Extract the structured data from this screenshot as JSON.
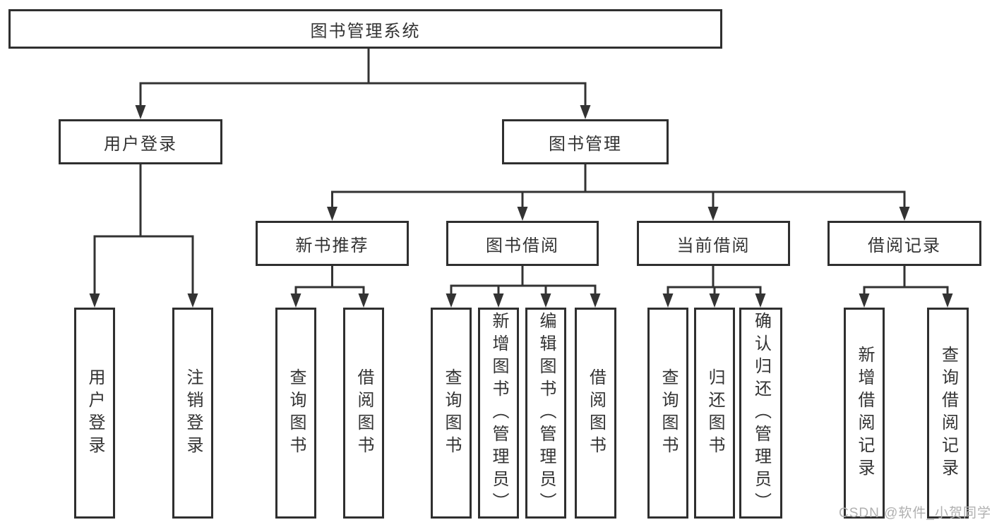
{
  "diagram_title": "图书管理系统",
  "nodes": {
    "root": {
      "label": "图书管理系统"
    },
    "user_login": {
      "label": "用户登录"
    },
    "book_mgmt": {
      "label": "图书管理"
    },
    "new_books": {
      "label": "新书推荐"
    },
    "book_borrow": {
      "label": "图书借阅"
    },
    "current_borrow": {
      "label": "当前借阅"
    },
    "borrow_records": {
      "label": "借阅记录"
    },
    "leaf_user_login": {
      "label": "用户登录"
    },
    "leaf_logout": {
      "label": "注销登录"
    },
    "leaf_query_books_1": {
      "label": "查询图书"
    },
    "leaf_borrow_books_1": {
      "label": "借阅图书"
    },
    "leaf_query_books_2": {
      "label": "查询图书"
    },
    "leaf_add_books": {
      "label": "新增图书（管理员）"
    },
    "leaf_edit_books": {
      "label": "编辑图书（管理员）"
    },
    "leaf_borrow_books_2": {
      "label": "借阅图书"
    },
    "leaf_query_books_3": {
      "label": "查询图书"
    },
    "leaf_return_books": {
      "label": "归还图书"
    },
    "leaf_confirm_return": {
      "label": "确认归还（管理员）"
    },
    "leaf_add_borrow_record": {
      "label": "新增借阅记录"
    },
    "leaf_query_borrow_record": {
      "label": "查询借阅记录"
    }
  },
  "tree": {
    "图书管理系统": {
      "用户登录": [
        "用户登录",
        "注销登录"
      ],
      "图书管理": {
        "新书推荐": [
          "查询图书",
          "借阅图书"
        ],
        "图书借阅": [
          "查询图书",
          "新增图书（管理员）",
          "编辑图书（管理员）",
          "借阅图书"
        ],
        "当前借阅": [
          "查询图书",
          "归还图书",
          "确认归还（管理员）"
        ],
        "借阅记录": [
          "新增借阅记录",
          "查询借阅记录"
        ]
      }
    }
  },
  "colors": {
    "line": "#333333",
    "box_border": "#2f2f2f",
    "box_background": "#ffffff",
    "text": "#333333",
    "watermark": "#b0b0b0"
  },
  "watermark": {
    "text": "CSDN @软件_小贺同学"
  }
}
